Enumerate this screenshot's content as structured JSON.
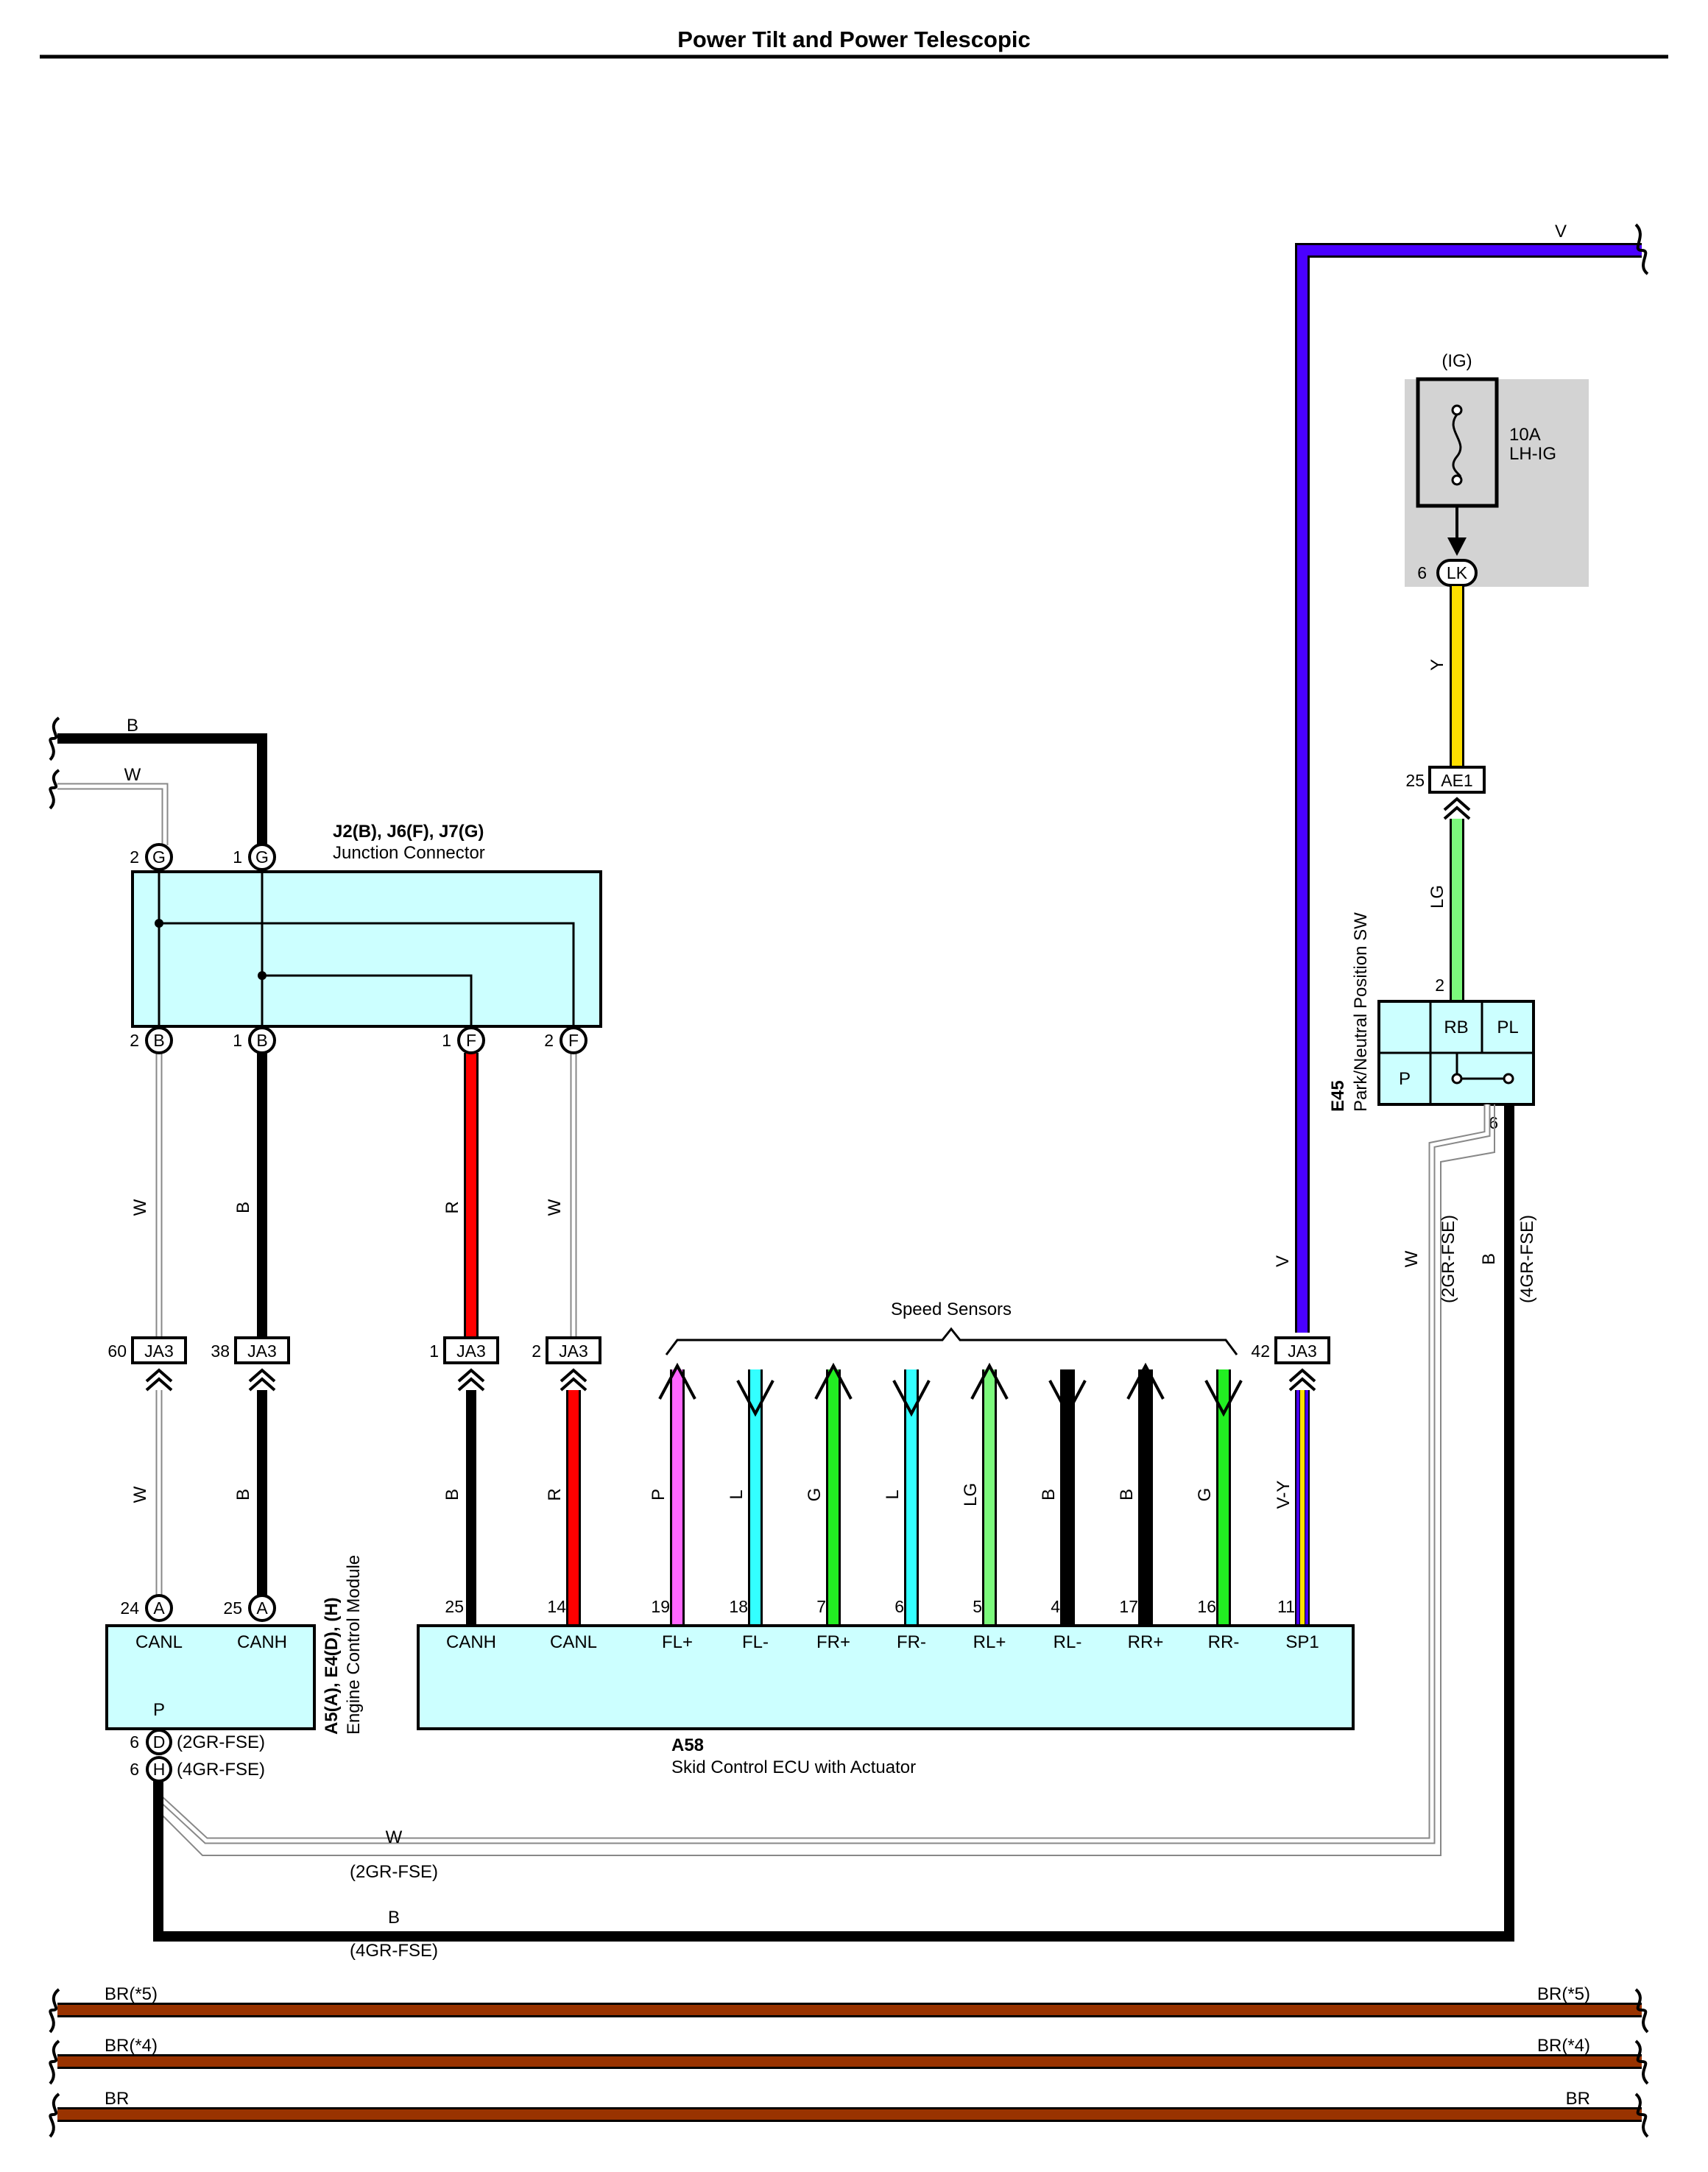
{
  "title": "Power Tilt and Power Telescopic",
  "colors": {
    "B": "#000000",
    "W": "#ffffff",
    "R": "#ff0000",
    "V": "#4a00ff",
    "Y": "#ffe000",
    "LG": "#7cf97c",
    "P": "#ff66ff",
    "L": "#33ffff",
    "G": "#22ee22",
    "BR": "#993300",
    "box_fill": "#ccffff",
    "fuse_bg": "#d3d3d3"
  },
  "fuse": {
    "source": "(IG)",
    "rating": "10A",
    "name": "LH-IG",
    "pin": "6",
    "connector": "LK"
  },
  "wires": {
    "top_v": "V",
    "y": "Y",
    "lg": "LG",
    "v_down": "V",
    "w_2gr": "W",
    "w_2gr_note": "(2GR-FSE)",
    "b_4gr": "B",
    "b_4gr_note": "(4GR-FSE)",
    "b_top": "B",
    "w_top": "W",
    "jc_w1": "W",
    "jc_b1": "B",
    "jc_r": "R",
    "jc_w2": "W",
    "ecm_w": "W",
    "ecm_b": "B",
    "ecu_b": "B",
    "ecu_r": "R",
    "bottom_w": "W",
    "bottom_w_note": "(2GR-FSE)",
    "bottom_b": "B",
    "bottom_b_note": "(4GR-FSE)"
  },
  "ae1": {
    "pin": "25",
    "label": "AE1"
  },
  "e45": {
    "code": "E45",
    "name": "Park/Neutral Position SW",
    "pin_in": "2",
    "pin_out": "6",
    "cell_rb": "RB",
    "cell_pl": "PL",
    "cell_p": "P"
  },
  "junction": {
    "code": "J2(B), J6(F), J7(G)",
    "name": "Junction Connector",
    "top_pins": [
      {
        "pin": "2",
        "con": "G"
      },
      {
        "pin": "1",
        "con": "G"
      }
    ],
    "bottom_pins": [
      {
        "pin": "2",
        "con": "B"
      },
      {
        "pin": "1",
        "con": "B"
      },
      {
        "pin": "1",
        "con": "F"
      },
      {
        "pin": "2",
        "con": "F"
      }
    ]
  },
  "ja3": [
    {
      "pin": "60",
      "label": "JA3"
    },
    {
      "pin": "38",
      "label": "JA3"
    },
    {
      "pin": "1",
      "label": "JA3"
    },
    {
      "pin": "2",
      "label": "JA3"
    },
    {
      "pin": "42",
      "label": "JA3"
    }
  ],
  "speed_sensors": {
    "title": "Speed Sensors",
    "wires": [
      {
        "wire": "P",
        "color_key": "P",
        "dir": "up"
      },
      {
        "wire": "L",
        "color_key": "L",
        "dir": "down"
      },
      {
        "wire": "G",
        "color_key": "G",
        "dir": "up"
      },
      {
        "wire": "L",
        "color_key": "L",
        "dir": "down"
      },
      {
        "wire": "LG",
        "color_key": "LG",
        "dir": "up"
      },
      {
        "wire": "B",
        "color_key": "B",
        "dir": "down"
      },
      {
        "wire": "B",
        "color_key": "B",
        "dir": "up"
      },
      {
        "wire": "G",
        "color_key": "G",
        "dir": "down"
      }
    ],
    "sp1_wire": "V-Y"
  },
  "ecm": {
    "code": "A5(A), E4(D), (H)",
    "name": "Engine Control Module",
    "pins": [
      {
        "pin": "24",
        "con": "A",
        "label": "CANL"
      },
      {
        "pin": "25",
        "con": "A",
        "label": "CANH"
      }
    ],
    "p_label": "P",
    "bottom_pins": [
      {
        "pin": "6",
        "con": "D",
        "note": "(2GR-FSE)"
      },
      {
        "pin": "6",
        "con": "H",
        "note": "(4GR-FSE)"
      }
    ]
  },
  "ecu": {
    "code": "A58",
    "name": "Skid Control ECU with Actuator",
    "pins": [
      {
        "pin": "25",
        "label": "CANH"
      },
      {
        "pin": "14",
        "label": "CANL"
      },
      {
        "pin": "19",
        "label": "FL+"
      },
      {
        "pin": "18",
        "label": "FL-"
      },
      {
        "pin": "7",
        "label": "FR+"
      },
      {
        "pin": "6",
        "label": "FR-"
      },
      {
        "pin": "5",
        "label": "RL+"
      },
      {
        "pin": "4",
        "label": "RL-"
      },
      {
        "pin": "17",
        "label": "RR+"
      },
      {
        "pin": "16",
        "label": "RR-"
      },
      {
        "pin": "11",
        "label": "SP1"
      }
    ]
  },
  "ground_lines": [
    {
      "left": "BR(*5)",
      "right": "BR(*5)"
    },
    {
      "left": "BR(*4)",
      "right": "BR(*4)"
    },
    {
      "left": "BR",
      "right": "BR"
    }
  ]
}
